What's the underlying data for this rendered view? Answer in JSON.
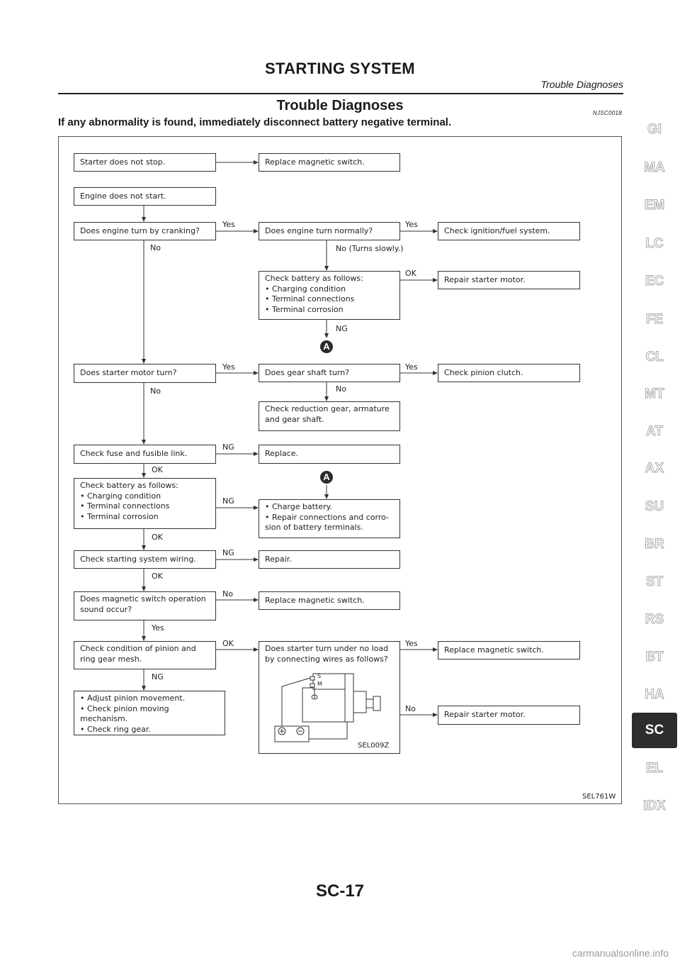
{
  "header": {
    "section_title": "STARTING SYSTEM",
    "subtitle": "Trouble Diagnoses"
  },
  "section": {
    "title": "Trouble Diagnoses",
    "code": "NJSC0018",
    "warning": "If any abnormality is found, immediately disconnect battery negative terminal."
  },
  "flowchart": {
    "boxes": {
      "starter_not_stop": "Starter does not stop.",
      "replace_magnetic_switch_1": "Replace magnetic switch.",
      "engine_not_start": "Engine does not start.",
      "engine_turn_cranking": "Does engine turn by cranking?",
      "engine_turn_normally": "Does engine turn normally?",
      "check_ignition_fuel": "Check ignition/fuel system.",
      "check_battery_1": "Check battery as follows:\n• Charging condition\n• Terminal connections\n• Terminal corrosion",
      "repair_starter_motor_1": "Repair starter motor.",
      "starter_motor_turn": "Does starter motor turn?",
      "gear_shaft_turn": "Does gear shaft turn?",
      "check_pinion_clutch": "Check pinion clutch.",
      "check_reduction_gear": "Check reduction gear, armature\nand gear shaft.",
      "check_fuse": "Check fuse and fusible link.",
      "replace": "Replace.",
      "check_battery_2": "Check battery as follows:\n• Charging condition\n• Terminal connections\n• Terminal corrosion",
      "charge_battery": "• Charge battery.\n• Repair connections and corro-\n   sion of battery terminals.",
      "check_wiring": "Check starting system wiring.",
      "repair": "Repair.",
      "magnetic_switch_sound": "Does magnetic switch operation\nsound occur?",
      "replace_magnetic_switch_2": "Replace magnetic switch.",
      "check_pinion_ring": "Check condition of pinion and\nring gear mesh.",
      "starter_no_load": "Does starter turn under no load\nby connecting wires as follows?",
      "replace_magnetic_switch_3": "Replace magnetic switch.",
      "adjust_pinion": "• Adjust pinion movement.\n• Check pinion moving mechanism.\n• Check ring gear.",
      "repair_starter_motor_2": "Repair starter motor."
    },
    "labels": {
      "yes_1": "Yes",
      "yes_2": "Yes",
      "no_1": "No",
      "no_turns_slowly": "No  (Turns slowly.)",
      "ok_1": "OK",
      "ng_1": "NG",
      "yes_3": "Yes",
      "yes_4": "Yes",
      "no_2": "No",
      "no_3": "No",
      "ng_2": "NG",
      "ok_2": "OK",
      "ng_3": "NG",
      "ok_3": "OK",
      "ng_4": "NG",
      "ok_4": "OK",
      "no_4": "No",
      "yes_5": "Yes",
      "ok_5": "OK",
      "yes_6": "Yes",
      "ng_5": "NG",
      "no_5": "No"
    },
    "marker_a": "A",
    "illustration": {
      "terminal_s": "S",
      "terminal_m": "M",
      "code": "SEL009Z"
    },
    "figure_code": "SEL761W"
  },
  "side_tabs": [
    "GI",
    "MA",
    "EM",
    "LC",
    "EC",
    "FE",
    "CL",
    "MT",
    "AT",
    "AX",
    "SU",
    "BR",
    "ST",
    "RS",
    "BT",
    "HA",
    "SC",
    "EL",
    "IDX"
  ],
  "active_tab": "SC",
  "footer": {
    "page_number": "SC-17"
  },
  "watermark": "carmanualsonline.info"
}
